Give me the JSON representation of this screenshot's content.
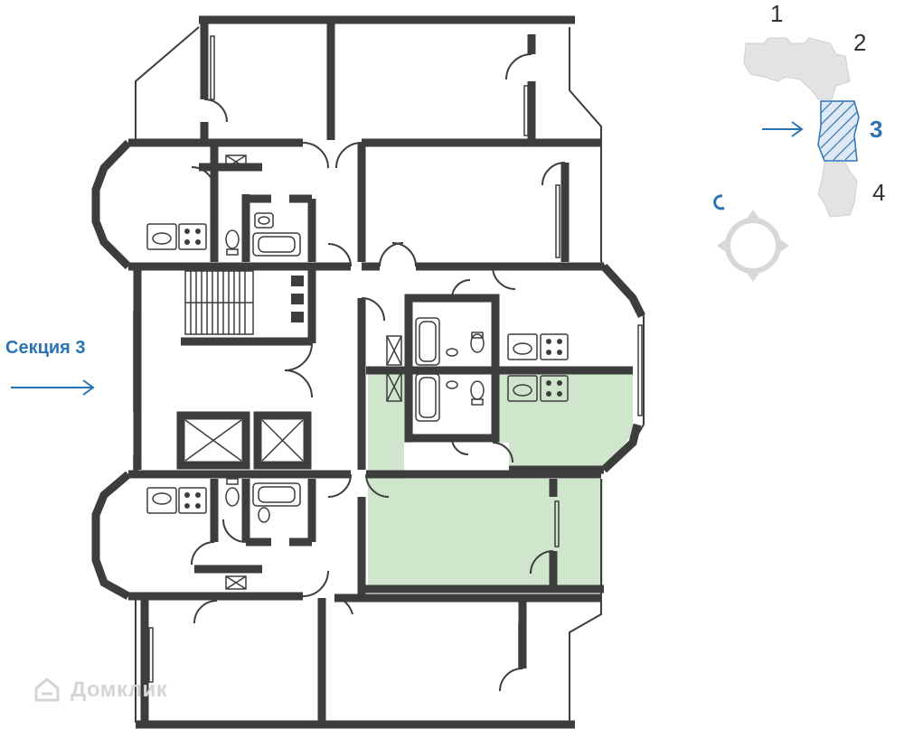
{
  "section_label": "Секция 3",
  "key_plan": {
    "sections": [
      "1",
      "2",
      "3",
      "4"
    ],
    "active_section": "3"
  },
  "watermark": "Домклик",
  "colors": {
    "wall": "#3d3d3d",
    "highlight_fill": "#cfe6cc",
    "accent": "#2a73b5",
    "key_block": "#e3e3e3"
  }
}
